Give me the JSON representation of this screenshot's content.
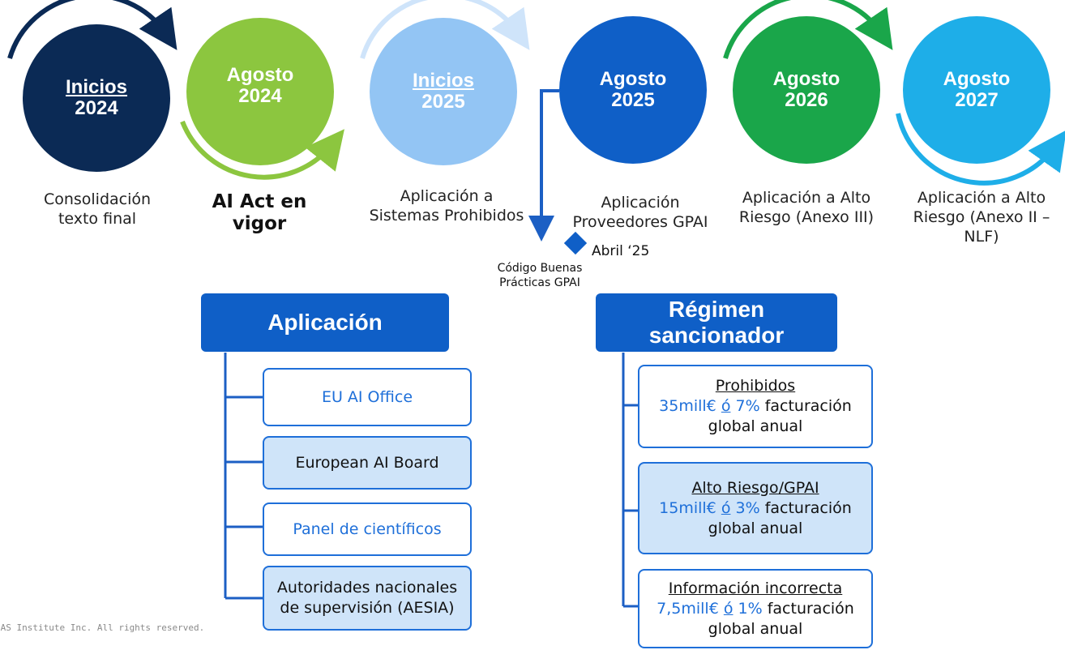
{
  "timeline": [
    {
      "line1": "Inicios",
      "line2": "2024",
      "caption_lines": [
        "Consolidación",
        "texto final"
      ],
      "color": "#0b2a55"
    },
    {
      "line1": "Agosto",
      "line2": "2024",
      "caption_lines": [
        "AI Act en",
        "vigor"
      ],
      "color": "#8cc63f"
    },
    {
      "line1": "Inicios",
      "line2": "2025",
      "caption_lines": [
        "Aplicación a",
        "Sistemas Prohibidos"
      ],
      "color": "#93c5f4"
    },
    {
      "line1": "Agosto",
      "line2": "2025",
      "caption_lines": [
        "Aplicación",
        "Proveedores GPAI"
      ],
      "color": "#0f5fc7"
    },
    {
      "line1": "Agosto",
      "line2": "2026",
      "caption_lines": [
        "Aplicación a Alto",
        "Riesgo (Anexo III)"
      ],
      "color": "#1aa64a"
    },
    {
      "line1": "Agosto",
      "line2": "2027",
      "caption_lines": [
        "Aplicación a Alto",
        "Riesgo (Anexo II –",
        "NLF)"
      ],
      "color": "#1eaee8"
    }
  ],
  "milestone": {
    "date": "Abril ‘25",
    "label_lines": [
      "Código Buenas",
      "Prácticas GPAI"
    ]
  },
  "aplicacion": {
    "title": "Aplicación",
    "items": [
      "EU AI Office",
      "European AI Board",
      "Panel de científicos",
      "Autoridades nacionales de supervisión (AESIA)"
    ]
  },
  "regimen": {
    "title_lines": [
      "Régimen",
      "sancionador"
    ],
    "items": [
      {
        "title": "Prohibidos",
        "amount": "35mill€",
        "sep": "ó",
        "pct": "7%",
        "rest": "facturación",
        "line2": "global anual"
      },
      {
        "title": "Alto Riesgo/GPAI",
        "amount": "15mill€",
        "sep": "ó",
        "pct": "3%",
        "rest": "facturación",
        "line2": "global anual"
      },
      {
        "title": "Información incorrecta",
        "amount": "7,5mill€",
        "sep": "ó",
        "pct": "1%",
        "rest": "facturación",
        "line2": "global anual"
      }
    ]
  },
  "footer": "SAS Institute Inc. All rights reserved."
}
